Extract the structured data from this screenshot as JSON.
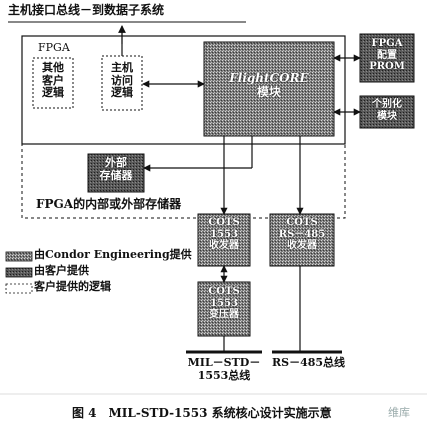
{
  "top_bus": "主机接口总线－到数据子系统",
  "fpga_label": "FPGA",
  "blocks": {
    "other_logic": [
      "其他",
      "客户",
      "逻辑"
    ],
    "host_access": [
      "主机",
      "访问",
      "逻辑"
    ],
    "flightcore": [
      "FlightCORE",
      "模块"
    ],
    "fpga_prom": [
      "FPGA",
      "配置",
      "PROM"
    ],
    "personalization": [
      "个别化",
      "模块"
    ],
    "external_memory": [
      "外部",
      "存储器"
    ],
    "memory_region": "FPGA的内部或外部存储器",
    "cots_1553_transceiver": [
      "COTS",
      "1553",
      "收发器"
    ],
    "cots_rs485_transceiver": [
      "COTS",
      "RS－485",
      "收发器"
    ],
    "cots_1553_transformer": [
      "COTS",
      "1553",
      "变压器"
    ]
  },
  "legend": [
    "由Condor Engineering提供",
    "由客户提供",
    "客户提供的逻辑"
  ],
  "bus_labels": {
    "mil_std": [
      "MIL－STD－",
      "1553总线"
    ],
    "rs485": "RS－485总线"
  },
  "caption": "图 4　MIL-STD-1553 系统核心设计实施示意",
  "watermark": "维库"
}
